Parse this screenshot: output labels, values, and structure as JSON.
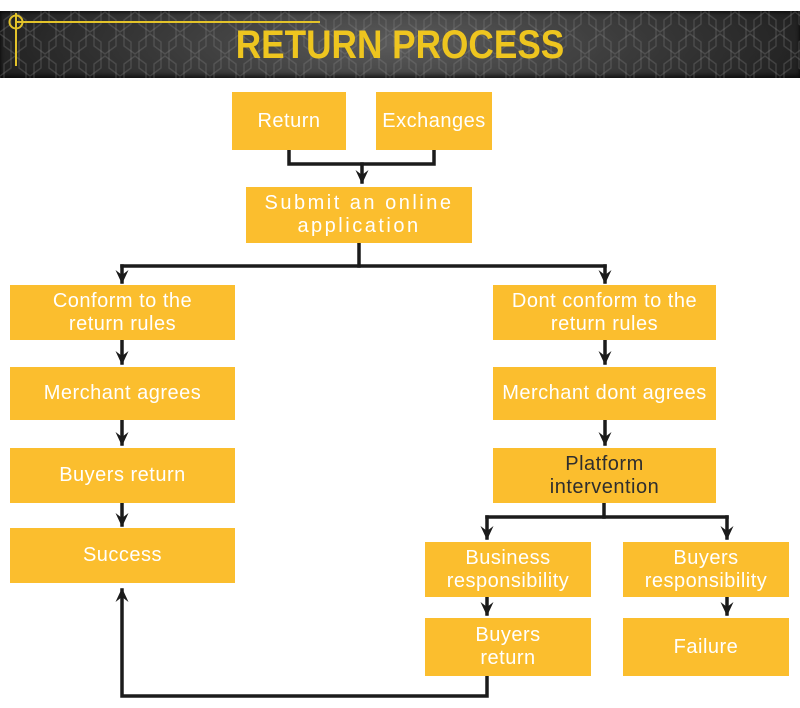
{
  "palette": {
    "box_fill": "#FBBE2E",
    "banner_text": "#EEC51F",
    "banner_bg_dark": "#1E1E1E",
    "banner_bg_light": "#5B5B5B",
    "connector": "#1B1B1B",
    "node_text_light": "#FFFFFF",
    "node_text_dark": "#2E2E2E",
    "crosshair": "#E3C32A",
    "page_bg": "#FFFFFF"
  },
  "header": {
    "title": "RETURN PROCESS"
  },
  "flowchart": {
    "nodes": {
      "return": {
        "lines": [
          "Return"
        ]
      },
      "exchanges": {
        "lines": [
          "Exchanges"
        ]
      },
      "submit_application": {
        "lines": [
          "Submit an online",
          "application"
        ]
      },
      "conform_rules": {
        "lines": [
          "Conform to the",
          "return rules"
        ]
      },
      "merchant_agrees": {
        "lines": [
          "Merchant agrees"
        ]
      },
      "buyers_return_left": {
        "lines": [
          "Buyers return"
        ]
      },
      "success": {
        "lines": [
          "Success"
        ]
      },
      "dont_conform_rules": {
        "lines": [
          "Dont conform to the",
          "return rules"
        ]
      },
      "merchant_dont_agrees": {
        "lines": [
          "Merchant dont agrees"
        ]
      },
      "platform_intervention": {
        "lines": [
          "Platform",
          "intervention"
        ]
      },
      "business_responsibility": {
        "lines": [
          "Business",
          "responsibility"
        ]
      },
      "buyers_responsibility": {
        "lines": [
          "Buyers",
          "responsibility"
        ]
      },
      "buyers_return_bottom": {
        "lines": [
          "Buyers",
          "return"
        ]
      },
      "failure": {
        "lines": [
          "Failure"
        ]
      }
    }
  }
}
